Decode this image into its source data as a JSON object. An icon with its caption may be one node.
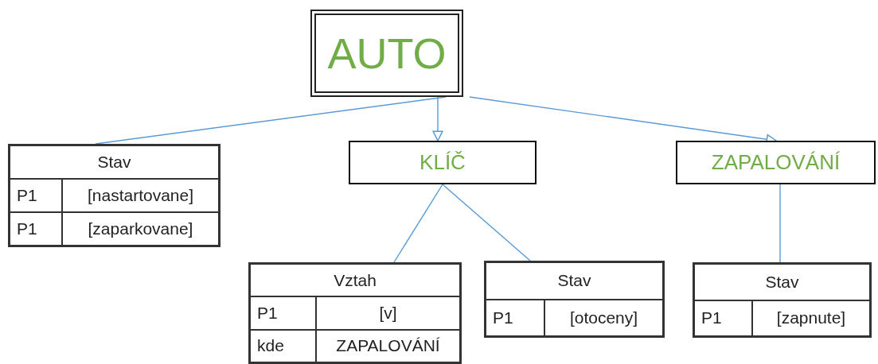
{
  "diagram": {
    "nodes": [
      {
        "text": [
          "AUTO"
        ]
      },
      {
        "text": [
          "Stav",
          "P1",
          "[nastartovane]",
          "P1",
          "[zaparkovane]"
        ]
      },
      {
        "text": [
          "KLÍČ"
        ]
      },
      {
        "text": [
          "ZAPALOVÁNÍ"
        ]
      },
      {
        "text": [
          "Vztah",
          "P1",
          "[v]",
          "kde",
          "ZAPALOVÁNÍ"
        ]
      },
      {
        "text": [
          "Stav",
          "P1",
          "[otoceny]"
        ]
      },
      {
        "text": [
          "Stav",
          "P1",
          "[zapnute]"
        ]
      }
    ],
    "edges": [
      {
        "from": 0,
        "to": 1,
        "arrow": "none"
      },
      {
        "from": 0,
        "to": 2,
        "arrow": "to"
      },
      {
        "from": 0,
        "to": 3,
        "arrow": "to"
      },
      {
        "from": 2,
        "to": 4,
        "arrow": "none"
      },
      {
        "from": 2,
        "to": 5,
        "arrow": "none"
      },
      {
        "from": 3,
        "to": 6,
        "arrow": "none"
      }
    ]
  }
}
